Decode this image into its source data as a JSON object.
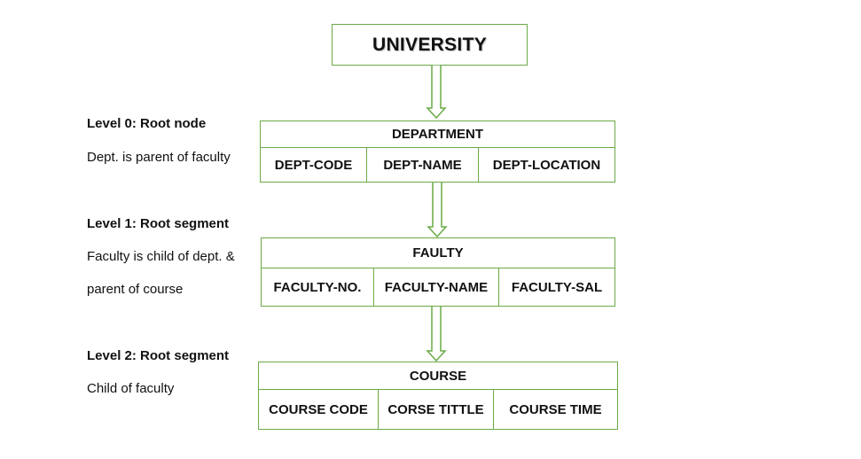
{
  "root": {
    "title": "UNIVERSITY"
  },
  "levels": [
    {
      "heading": "Level 0: Root node",
      "lines": [
        "Dept. is parent of faculty"
      ]
    },
    {
      "heading": "Level 1: Root segment",
      "lines": [
        "Faculty is child of dept. &",
        "parent of course"
      ]
    },
    {
      "heading": "Level 2: Root segment",
      "lines": [
        "Child of faculty"
      ]
    }
  ],
  "segments": [
    {
      "name": "DEPARTMENT",
      "fields": [
        "DEPT-CODE",
        "DEPT-NAME",
        "DEPT-LOCATION"
      ]
    },
    {
      "name": "FAULTY",
      "fields": [
        "FACULTY-NO.",
        "FACULTY-NAME",
        "FACULTY-SAL"
      ]
    },
    {
      "name": "COURSE",
      "fields": [
        "COURSE CODE",
        "CORSE TITTLE",
        "COURSE TIME"
      ]
    }
  ],
  "colors": {
    "border": "#6aaa46",
    "text": "#111111"
  },
  "arrow_icon": "down-hollow-arrow-icon"
}
